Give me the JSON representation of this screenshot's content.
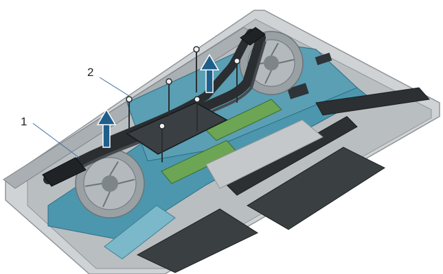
{
  "callouts": [
    {
      "number": "1",
      "target": "heat-sink-assembly"
    },
    {
      "number": "2",
      "target": "captive-screws"
    }
  ],
  "parts": {
    "heat_sink_assembly": "heat-sink-assembly",
    "screws": [
      "screw-1",
      "screw-2",
      "screw-3",
      "screw-4",
      "screw-5",
      "screw-6"
    ],
    "arrows": [
      "lift-arrow-left",
      "lift-arrow-right"
    ]
  },
  "colors": {
    "chassis": "#b7bcbf",
    "chassis_edge": "#8f9598",
    "board": "#3f8fa8",
    "heatsink": "#2a2e31",
    "arrow": "#1f5f8b",
    "battery_tray": "#c4c8cb",
    "ssd": "#7bb8c9"
  }
}
